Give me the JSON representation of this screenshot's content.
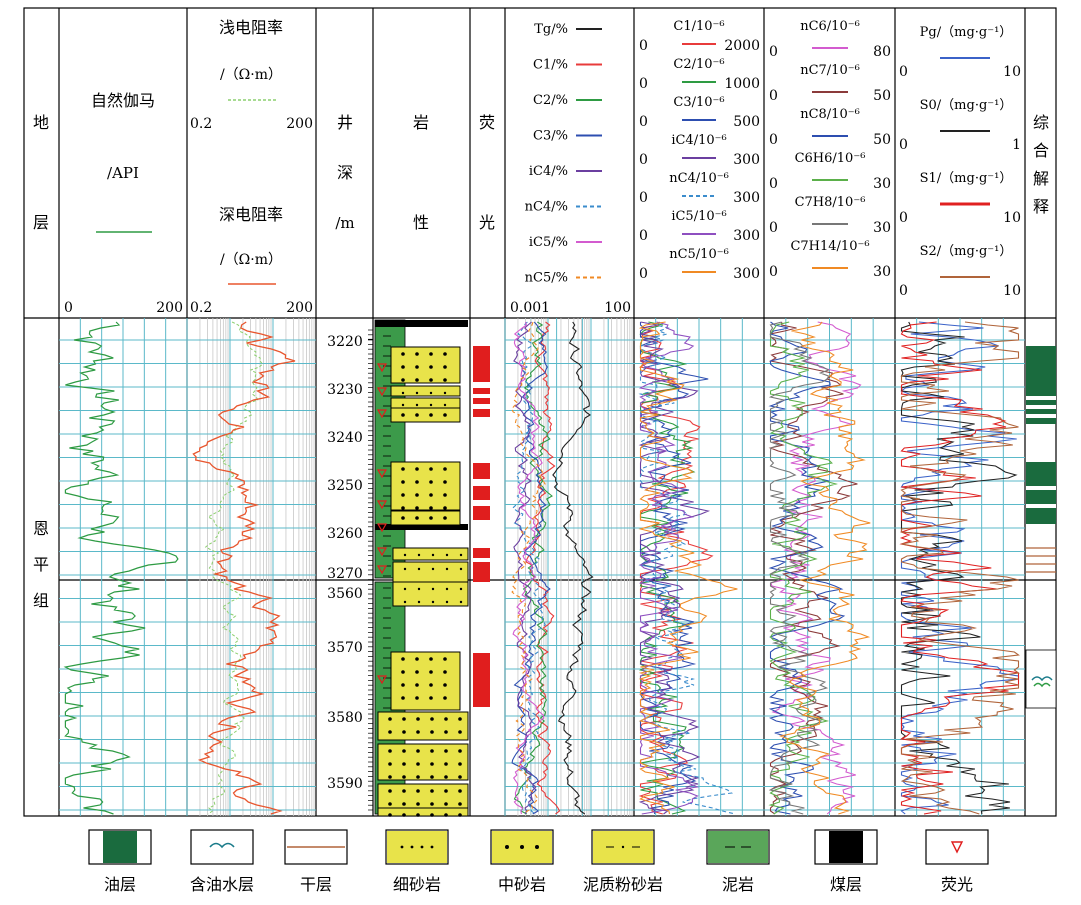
{
  "header": {
    "formation_col": [
      "地",
      "层"
    ],
    "gamma": {
      "title": "自然伽马",
      "unit": "/API",
      "scale_min": "0",
      "scale_max": "200",
      "color": "#2e9b43"
    },
    "resist": {
      "shallow_title": "浅电阻率",
      "shallow_unit": "/（Ω·m）",
      "scale_min": "0.2",
      "scale_max": "200",
      "deep_title": "深电阻率",
      "deep_unit": "/（Ω·m）",
      "scale_min2": "0.2",
      "scale_max2": "200",
      "shallow_color": "#8ccf6e",
      "deep_color": "#e8562e"
    },
    "depth": [
      "井",
      "深",
      "/m"
    ],
    "lith": [
      "岩",
      "性"
    ],
    "fluor": [
      "荧",
      "光"
    ],
    "gas_pct": {
      "items": [
        {
          "label": "Tg/%",
          "color": "#222222",
          "dash": false
        },
        {
          "label": "C1/%",
          "color": "#e83b3b",
          "dash": false
        },
        {
          "label": "C2/%",
          "color": "#2e9b43",
          "dash": false
        },
        {
          "label": "C3/%",
          "color": "#2d4eb0",
          "dash": false
        },
        {
          "label": "iC4/%",
          "color": "#6b3fa0",
          "dash": false
        },
        {
          "label": "nC4/%",
          "color": "#3b8ccc",
          "dash": true
        },
        {
          "label": "iC5/%",
          "color": "#d35bcf",
          "dash": false
        },
        {
          "label": "nC5/%",
          "color": "#f08a24",
          "dash": true
        }
      ],
      "scale_min": "0.001",
      "scale_max": "100"
    },
    "gas_ppm": {
      "items": [
        {
          "label": "C1/10⁻⁶",
          "min": "0",
          "max": "2000",
          "color": "#e83b3b",
          "dash": false
        },
        {
          "label": "C2/10⁻⁶",
          "min": "0",
          "max": "1000",
          "color": "#2e9b43",
          "dash": false
        },
        {
          "label": "C3/10⁻⁶",
          "min": "0",
          "max": "500",
          "color": "#2d4eb0",
          "dash": false
        },
        {
          "label": "iC4/10⁻⁶",
          "min": "0",
          "max": "300",
          "color": "#6b3fa0",
          "dash": false
        },
        {
          "label": "nC4/10⁻⁶",
          "min": "0",
          "max": "300",
          "color": "#3b8ccc",
          "dash": true
        },
        {
          "label": "iC5/10⁻⁶",
          "min": "0",
          "max": "300",
          "color": "#8e4fc0",
          "dash": false
        },
        {
          "label": "nC5/10⁻⁶",
          "min": "0",
          "max": "300",
          "color": "#f08a24",
          "dash": false
        }
      ]
    },
    "heavy": {
      "items": [
        {
          "label": "nC6/10⁻⁶",
          "min": "0",
          "max": "80",
          "color": "#d35bcf"
        },
        {
          "label": "nC7/10⁻⁶",
          "min": "0",
          "max": "50",
          "color": "#8b3a3a"
        },
        {
          "label": "nC8/10⁻⁶",
          "min": "0",
          "max": "50",
          "color": "#2d4eb0"
        },
        {
          "label": "C6H6/10⁻⁶",
          "min": "0",
          "max": "30",
          "color": "#5bb04a"
        },
        {
          "label": "C7H8/10⁻⁶",
          "min": "0",
          "max": "30",
          "color": "#777777"
        },
        {
          "label": "C7H14/10⁻⁶",
          "min": "0",
          "max": "30",
          "color": "#f08a24"
        }
      ]
    },
    "pyro": {
      "items": [
        {
          "label": "Pg/（mg·g⁻¹）",
          "min": "0",
          "max": "10",
          "color": "#3b62c8"
        },
        {
          "label": "S0/（mg·g⁻¹）",
          "min": "0",
          "max": "1",
          "color": "#222222"
        },
        {
          "label": "S1/（mg·g⁻¹）",
          "min": "0",
          "max": "10",
          "color": "#e02020"
        },
        {
          "label": "S2/（mg·g⁻¹）",
          "min": "0",
          "max": "10",
          "color": "#b0643a"
        }
      ]
    },
    "interp": [
      "综",
      "合",
      "解",
      "释"
    ]
  },
  "formation_name": [
    "恩",
    "平",
    "组"
  ],
  "depth_ticks_upper": [
    "3220",
    "3230",
    "3240",
    "3250",
    "3260",
    "3270"
  ],
  "depth_ticks_lower": [
    "3560",
    "3570",
    "3580",
    "3590"
  ],
  "legend": [
    {
      "key": "oil",
      "label": "油层"
    },
    {
      "key": "oilwater",
      "label": "含油水层"
    },
    {
      "key": "dry",
      "label": "干层"
    },
    {
      "key": "fine",
      "label": "细砂岩"
    },
    {
      "key": "medium",
      "label": "中砂岩"
    },
    {
      "key": "silt",
      "label": "泥质粉砂岩"
    },
    {
      "key": "mud",
      "label": "泥岩"
    },
    {
      "key": "coal",
      "label": "煤层"
    },
    {
      "key": "fluor",
      "label": "荧光"
    }
  ],
  "colors": {
    "grid": "#5bb9c9",
    "sand": "#e8e34a",
    "mud": "#3c9a4a",
    "oil": "#1a6b3e",
    "fluor": "#e01e1e",
    "coal": "#000000"
  }
}
